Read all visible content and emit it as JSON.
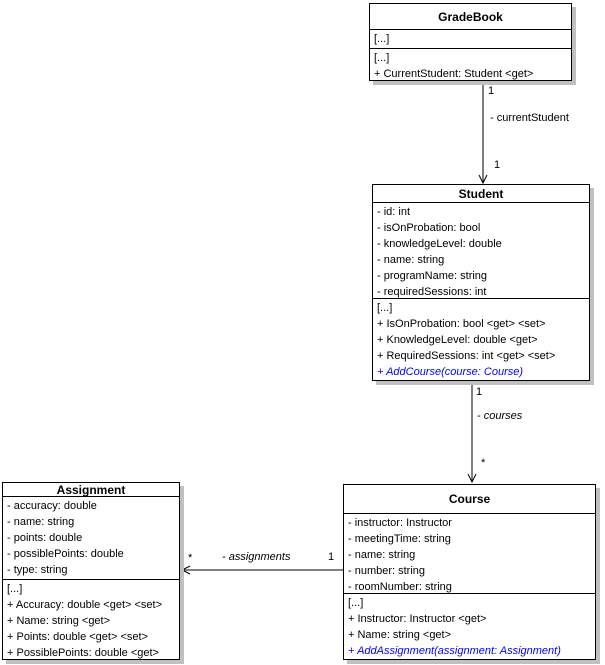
{
  "classes": {
    "gradebook": {
      "name": "GradeBook",
      "attributes": [
        "[...]"
      ],
      "operations": [
        "[...]",
        "+ CurrentStudent: Student <get>"
      ]
    },
    "student": {
      "name": "Student",
      "attributes": [
        "- id: int",
        "- isOnProbation: bool",
        "- knowledgeLevel: double",
        "- name: string",
        "- programName: string",
        "- requiredSessions: int"
      ],
      "operations": [
        "[...]",
        "+ IsOnProbation: bool <get> <set>",
        "+ KnowledgeLevel: double <get>",
        "+ RequiredSessions: int <get> <set>",
        "+ AddCourse(course: Course)"
      ]
    },
    "assignment": {
      "name": "Assignment",
      "attributes": [
        "- accuracy: double",
        "- name: string",
        "- points: double",
        "- possiblePoints: double",
        "- type: string"
      ],
      "operations": [
        "[...]",
        "+ Accuracy: double <get> <set>",
        "+ Name: string <get>",
        "+ Points: double <get> <set>",
        "+ PossiblePoints: double <get>"
      ]
    },
    "course": {
      "name": "Course",
      "attributes": [
        "- instructor: Instructor",
        "- meetingTime: string",
        "- name: string",
        "- number: string",
        "- roomNumber: string"
      ],
      "operations": [
        "[...]",
        "+ Instructor: Instructor <get>",
        "+ Name: string <get>",
        "+ AddAssignment(assignment: Assignment)"
      ]
    }
  },
  "associations": {
    "currentStudent": {
      "source_mult": "1",
      "name": "- currentStudent",
      "target_mult": "1"
    },
    "courses": {
      "source_mult": "1",
      "name": "- courses",
      "target_mult": "*"
    },
    "assignments": {
      "source_mult": "1",
      "name": "- assignments",
      "target_mult": "*"
    }
  },
  "colors": {
    "member_text": "#000000",
    "highlight_blue": "#0000ff",
    "box_fill": "#ffffff",
    "box_border": "#000000",
    "shadow": "#c0c0c0"
  }
}
